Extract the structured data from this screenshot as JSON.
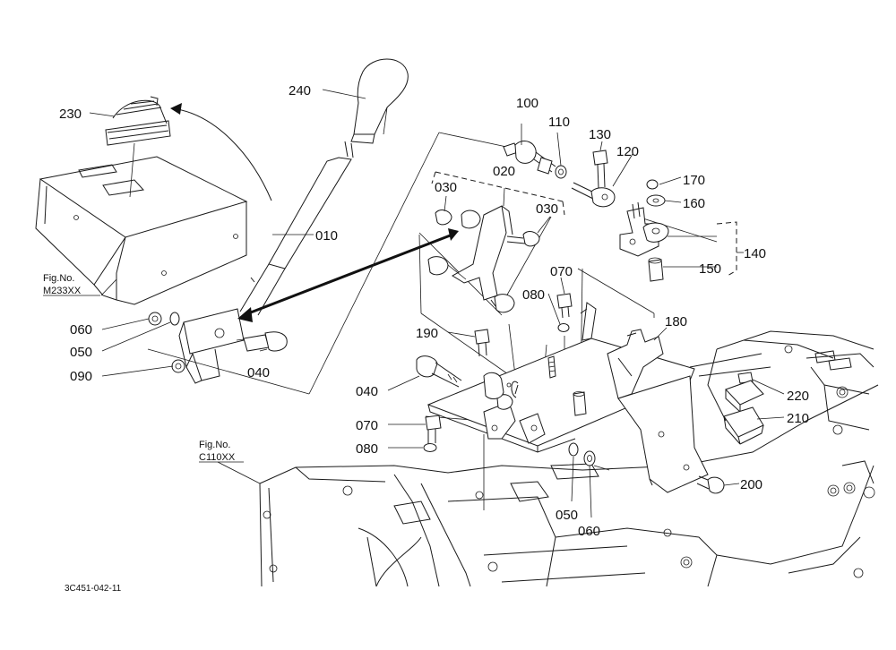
{
  "parts": {
    "p240": "240",
    "p230": "230",
    "p010": "010",
    "p060a": "060",
    "p050a": "050",
    "p090": "090",
    "p040a": "040",
    "p100": "100",
    "p110": "110",
    "p130": "130",
    "p120": "120",
    "p170": "170",
    "p160": "160",
    "p140": "140",
    "p150": "150",
    "p020": "020",
    "p030a": "030",
    "p030b": "030",
    "p070a": "070",
    "p080a": "080",
    "p180": "180",
    "p190": "190",
    "p040b": "040",
    "p070b": "070",
    "p080b": "080",
    "p050b": "050",
    "p060b": "060",
    "p220": "220",
    "p210": "210",
    "p200": "200"
  },
  "refs": {
    "fig1_title": "Fig.No.",
    "fig1_code": "M233XX",
    "fig2_title": "Fig.No.",
    "fig2_code": "C110XX"
  },
  "drawing_code": "3C451-042-11"
}
